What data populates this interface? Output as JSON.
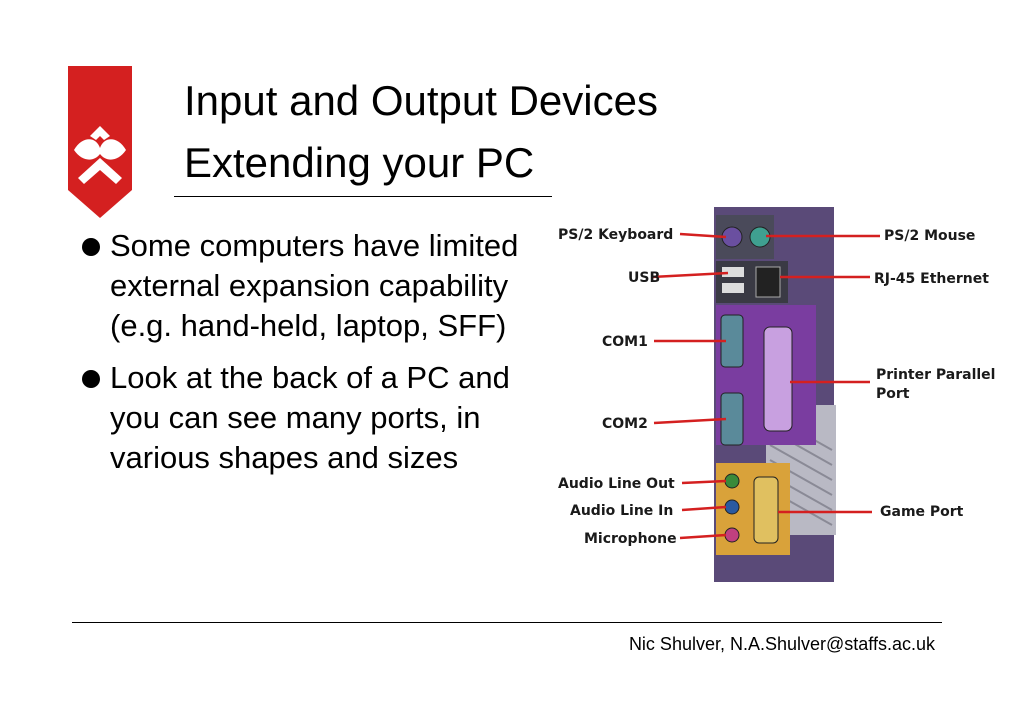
{
  "slide": {
    "title_line1": "Input and Output Devices",
    "title_line2": "Extending your PC",
    "bullets": [
      "Some computers have limited external expansion capability (e.g. hand-held, laptop, SFF)",
      "Look at the back of a PC and you can see many ports, in various shapes and sizes"
    ],
    "footer": "Nic Shulver,  N.A.Shulver@staffs.ac.uk"
  },
  "ports_figure": {
    "left_labels": [
      "PS/2 Keyboard",
      "USB",
      "COM1",
      "COM2",
      "Audio Line Out",
      "Audio Line In",
      "Microphone"
    ],
    "right_labels": [
      "PS/2 Mouse",
      "RJ-45 Ethernet",
      "Printer Parallel",
      "Port",
      "Game Port"
    ]
  },
  "colors": {
    "logo_red": "#d42020",
    "label_line_red": "#d42020",
    "port_panel_purple": "#7a3da0",
    "audio_panel_gold": "#d9a23a"
  }
}
